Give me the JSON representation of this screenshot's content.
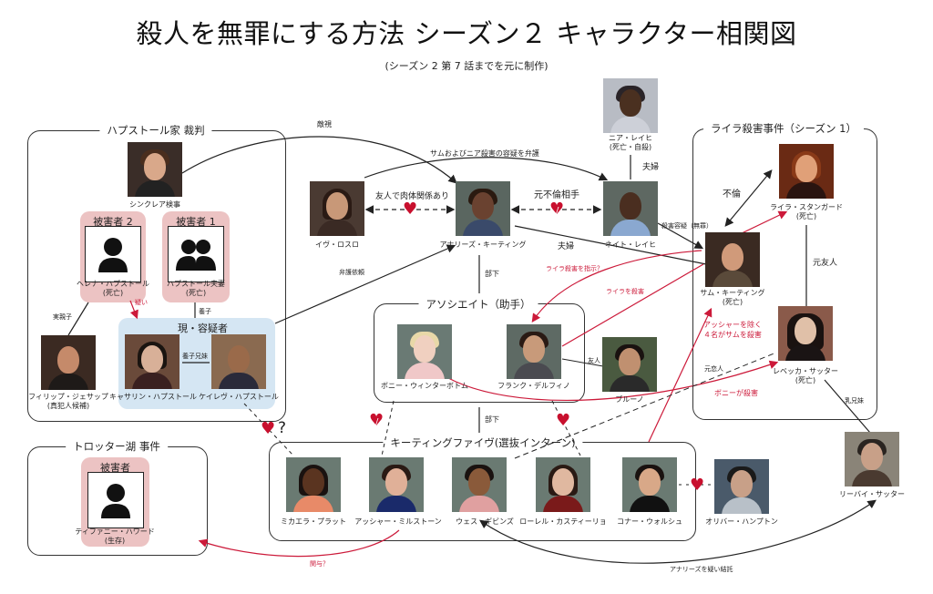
{
  "title": "殺人を無罪にする方法 シーズン２ キャラクター相関図",
  "subtitle": "(シーズン 2 第 7 話までを元に制作)",
  "colors": {
    "victim_bg": "#ecc3c3",
    "suspect_bg": "#d5e6f3",
    "relation_red": "#cc1a3a",
    "heart": "#c8102e"
  },
  "groups": {
    "hapstall": "ハプストール家 裁判",
    "lila": "ライラ殺害事件（シーズン 1）",
    "associates": "アソシエイト（助手）",
    "keating5": "キーティングファイヴ(選抜インターン)",
    "trotter": "トロッター湖 事件",
    "suspects": "現・容疑者"
  },
  "victims": {
    "v2_title": "被害者 2",
    "v1_title": "被害者 1",
    "trotter_title": "被害者",
    "person_icon": "person-silhouette-icon",
    "group_icon": "people-silhouette-icon"
  },
  "characters": {
    "sinclair": "シンクレア検事",
    "helena": [
      "ヘレナ・ハプストール",
      "(死亡)"
    ],
    "hapstall_couple": [
      "ハプストール夫妻",
      "(死亡)"
    ],
    "philip": [
      "フィリップ・ジェサップ",
      "(真犯人候補)"
    ],
    "catherine": "キャサリン・ハプストール",
    "caleb": "ケイレヴ・ハプストール",
    "eve": "イヴ・ロスロ",
    "annalise": "アナリーズ・キーティング",
    "nia": [
      "ニア・レイヒ",
      "(死亡・自殺)"
    ],
    "nate": "ネイト・レイヒ",
    "lila": [
      "ライラ・スタンガード",
      "(死亡)"
    ],
    "sam": [
      "サム・キーティング",
      "(死亡)"
    ],
    "rebecca": [
      "レベッカ・サッター",
      "(死亡)"
    ],
    "bonnie": "ボニー・ウィンターボトム",
    "frank": "フランク・デルフィノ",
    "bruno": "ブルーノ",
    "michaela": "ミカエラ・プラット",
    "asher": "アッシャー・ミルストーン",
    "wes": "ウェス・ギビンズ",
    "laurel": "ローレル・カスティーリョ",
    "connor": "コナー・ウォルシュ",
    "oliver": "オリバー・ハンプトン",
    "levi": "リーバイ・サッター",
    "tiffany": [
      "ティファニー・ハワード",
      "(生存)"
    ]
  },
  "relations": {
    "hostility": "敵視",
    "defends": "サムおよびニア殺害の容疑を弁護",
    "friends_physical": "友人で肉体関係あり",
    "ex_affair": "元不倫相手",
    "married_nia": "夫婦",
    "married_sam": "夫婦",
    "suspect_sam": "殺害容疑（無罪）",
    "affair": "不倫",
    "ex_friend": "元友人",
    "ex_lover": "元恋人",
    "milk_siblings": "乳兄妹",
    "biological_child": "実親子",
    "suspicion": "疑い",
    "adopted": "養子",
    "adopted_siblings": "養子兄妹",
    "defense_request": "弁護依頼",
    "subordinate_1": "部下",
    "subordinate_2": "部下",
    "ordered_lila": "ライラ殺害を指示？",
    "killed_lila": "ライラを殺害",
    "four_killed_sam": [
      "アッシャーを除く",
      "４名がサムを殺害"
    ],
    "bonnie_killed": "ボニーが殺害",
    "friend": "友人",
    "involved": "関与？",
    "suspect_annalise": "アナリーズを疑い結託",
    "question_mark": "?"
  }
}
